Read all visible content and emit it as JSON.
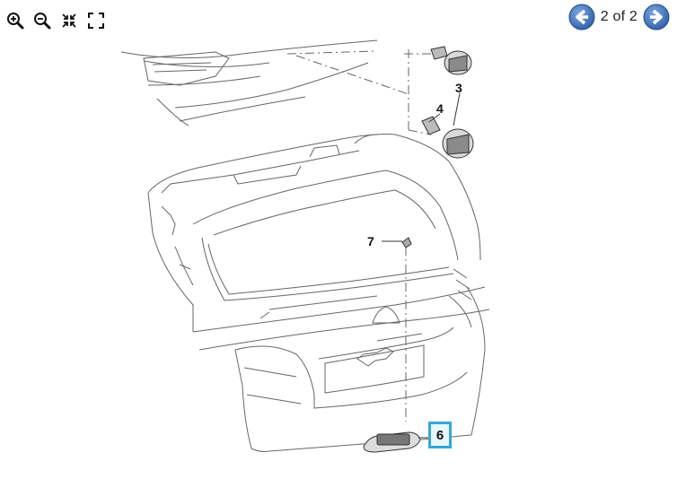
{
  "toolbar": {
    "zoom_in_icon": "zoom-in-icon",
    "zoom_out_icon": "zoom-out-icon",
    "fit_icon": "shrink-icon",
    "fullscreen_icon": "fullscreen-icon"
  },
  "pager": {
    "indicator": "2 of 2",
    "prev_icon": "arrow-left-icon",
    "next_icon": "arrow-right-icon",
    "accent": "#3a6fb6"
  },
  "diagram": {
    "callouts": {
      "c3": "3",
      "c4": "4",
      "c6": "6",
      "c7": "7"
    },
    "highlight_color": "#35a7d8"
  }
}
